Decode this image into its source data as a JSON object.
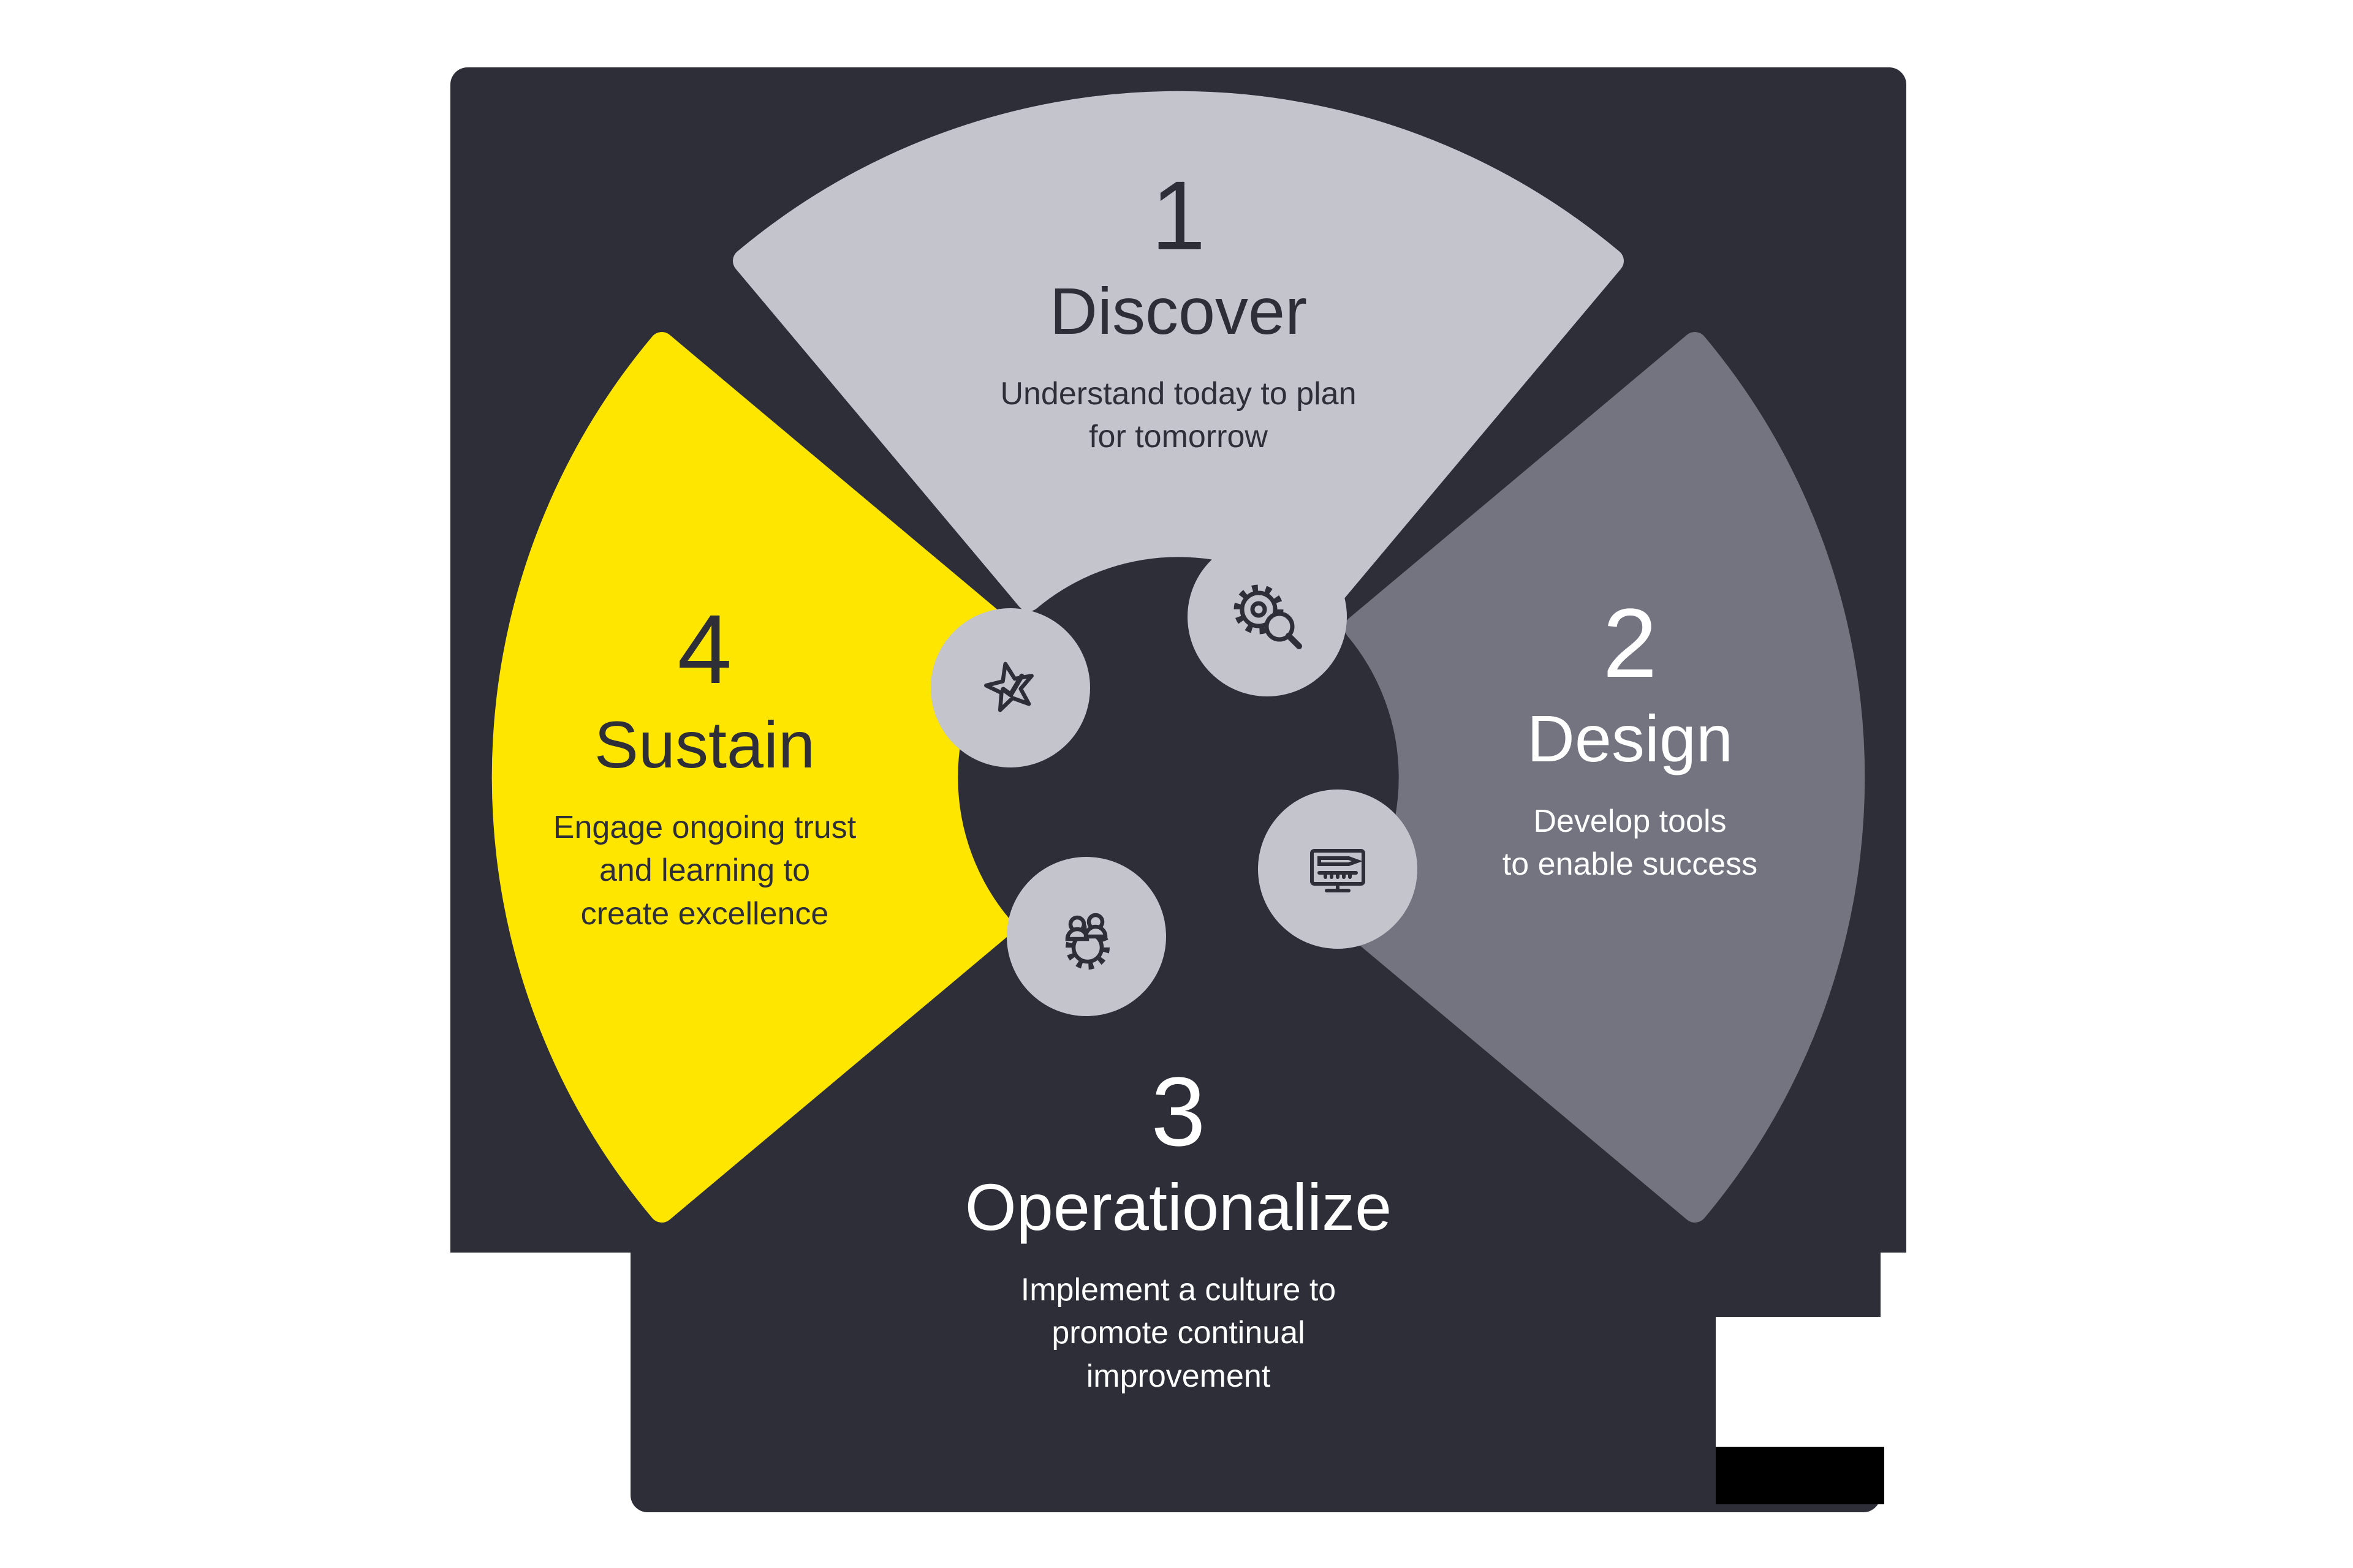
{
  "diagram": {
    "type": "process-cycle",
    "phase_count": "4"
  },
  "colors": {
    "page_bg": "#ffffff",
    "panel_bg": "#2e2e38",
    "light_gray": "#c4c4cd",
    "medium_gray": "#747480",
    "yellow": "#ffe600",
    "white_text": "#ffffff",
    "dark_text": "#2e2e38",
    "icon_stroke": "#2e2e38",
    "icon_bubble_bg": "#c4c4cd",
    "footer_bar": "#000000"
  },
  "phases": [
    {
      "number": "1",
      "title": "Discover",
      "description": "Understand today to plan\nfor tomorrow",
      "petal_color": "#c4c4cd",
      "text_color": "#2e2e38",
      "icon": "gear-magnifier-icon"
    },
    {
      "number": "2",
      "title": "Design",
      "description": "Develop tools\nto enable success",
      "petal_color": "#747480",
      "text_color": "#ffffff",
      "icon": "monitor-pencil-icon"
    },
    {
      "number": "3",
      "title": "Operationalize",
      "description": "Implement a culture to\npromote continual\nimprovement",
      "petal_color": "#2e2e38",
      "text_color": "#ffffff",
      "icon": "people-gear-icon"
    },
    {
      "number": "4",
      "title": "Sustain",
      "description": "Engage ongoing trust\nand learning to\ncreate excellence",
      "petal_color": "#ffe600",
      "text_color": "#2e2e38",
      "icon": "star-check-icon"
    }
  ]
}
